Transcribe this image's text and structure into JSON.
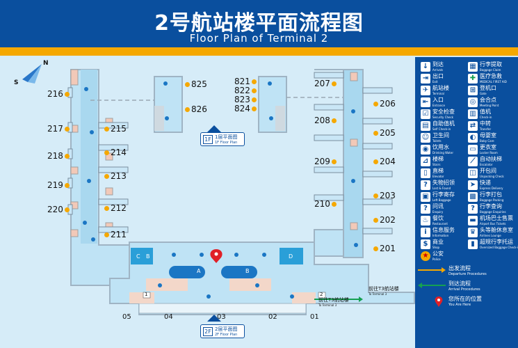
{
  "header": {
    "title_cn": "2号航站楼平面流程图",
    "title_en": "Floor Plan of Terminal 2"
  },
  "compass": {
    "north": "N",
    "south": "S"
  },
  "floor_labels": {
    "first": {
      "box": "1F",
      "cn": "1层平面图",
      "en": "1F Floor Plan"
    },
    "second": {
      "box": "2F",
      "cn": "2层平面图",
      "en": "2F Floor Plan"
    }
  },
  "gates": {
    "west_left": [
      "216",
      "217",
      "218",
      "219",
      "220"
    ],
    "west_right": [
      "215",
      "214",
      "213",
      "212",
      "211"
    ],
    "east_left": [
      "207",
      "208",
      "209",
      "210"
    ],
    "east_right": [
      "206",
      "205",
      "204",
      "203",
      "202",
      "201"
    ],
    "north_mid_a": [
      "825",
      "826"
    ],
    "north_mid_b": [
      "821",
      "822",
      "823",
      "824"
    ],
    "bottom": [
      "05",
      "04",
      "03",
      "02",
      "01"
    ]
  },
  "map_marks": {
    "check_in": [
      "C",
      "B",
      "A",
      "B",
      "D"
    ],
    "to_t3_cn": "前往T3航站楼",
    "to_t3_en": "To Terminal 3",
    "door_1": "1",
    "door_2": "2"
  },
  "legend": {
    "col1": [
      {
        "icon": "arrival-icon",
        "cn": "到达",
        "en": "Arrivals"
      },
      {
        "icon": "exit-icon",
        "cn": "出口",
        "en": "Exit"
      },
      {
        "icon": "terminal-icon",
        "cn": "航站楼",
        "en": "Terminal"
      },
      {
        "icon": "entrance-icon",
        "cn": "入口",
        "en": "Entrance"
      },
      {
        "icon": "security-icon",
        "cn": "安全检查",
        "en": "Security Check"
      },
      {
        "icon": "self-checkin-icon",
        "cn": "自助值机",
        "en": "Self Check-in"
      },
      {
        "icon": "toilet-icon",
        "cn": "卫生间",
        "en": "Toilets"
      },
      {
        "icon": "drinking-water-icon",
        "cn": "饮用水",
        "en": "Drinking Water"
      },
      {
        "icon": "stairs-icon",
        "cn": "楼梯",
        "en": "Stairs"
      },
      {
        "icon": "elevator-icon",
        "cn": "直梯",
        "en": "Elevator"
      },
      {
        "icon": "lost-found-icon",
        "cn": "失物招领",
        "en": "Lost & Found"
      },
      {
        "icon": "left-baggage-icon",
        "cn": "行李寄存",
        "en": "Left Baggage"
      },
      {
        "icon": "enquiry-icon",
        "cn": "问讯",
        "en": "Enquiry"
      },
      {
        "icon": "restaurant-icon",
        "cn": "餐饮",
        "en": "Restaurant"
      },
      {
        "icon": "information-icon",
        "cn": "信息服务",
        "en": "Information"
      },
      {
        "icon": "shop-icon",
        "cn": "商业",
        "en": "Shop"
      },
      {
        "icon": "police-icon",
        "cn": "公安",
        "en": "Police"
      }
    ],
    "col2": [
      {
        "icon": "baggage-claim-icon",
        "cn": "行李提取",
        "en": "Baggage Claim"
      },
      {
        "icon": "first-aid-icon",
        "cn": "医疗急救",
        "en": "MEDICAL FIRST AID"
      },
      {
        "icon": "gate-icon",
        "cn": "登机口",
        "en": "Gate"
      },
      {
        "icon": "meeting-point-icon",
        "cn": "会合点",
        "en": "Meeting Point"
      },
      {
        "icon": "check-in-icon",
        "cn": "值机",
        "en": "Check-in"
      },
      {
        "icon": "transfer-icon",
        "cn": "中转",
        "en": "Transfer"
      },
      {
        "icon": "baby-care-icon",
        "cn": "母婴室",
        "en": "Baby Care"
      },
      {
        "icon": "locker-room-icon",
        "cn": "更衣室",
        "en": "Locker Room"
      },
      {
        "icon": "escalator-icon",
        "cn": "自动扶梯",
        "en": "Escalator"
      },
      {
        "icon": "unpacking-check-icon",
        "cn": "开包间",
        "en": "Unpacking Check"
      },
      {
        "icon": "express-delivery-icon",
        "cn": "快递",
        "en": "Express Delivery"
      },
      {
        "icon": "baggage-packing-icon",
        "cn": "行李打包",
        "en": "Baggage Packing"
      },
      {
        "icon": "baggage-enquiries-icon",
        "cn": "行李查询",
        "en": "Baggage Enquiries"
      },
      {
        "icon": "bus-tickets-icon",
        "cn": "机场巴士售票",
        "en": "Airport Bus Tickets"
      },
      {
        "icon": "airlines-lounge-icon",
        "cn": "头等舱休息室",
        "en": "Airlines Lounge"
      },
      {
        "icon": "oversized-baggage-icon",
        "cn": "超规行李托运",
        "en": "Oversized Baggage Check-in"
      }
    ],
    "departure": {
      "cn": "出发流程",
      "en": "Departure Procedures"
    },
    "arrival": {
      "cn": "到达流程",
      "en": "Arrival Procedures"
    },
    "you_are_here": {
      "cn": "您所在的位置",
      "en": "You Are Here"
    }
  }
}
